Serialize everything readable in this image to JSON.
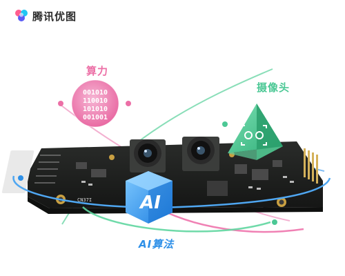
{
  "brand": {
    "name": "腾讯优图"
  },
  "labels": {
    "compute": "算力",
    "camera": "摄像头",
    "ai_algorithm": "AI算法"
  },
  "compute_badge": {
    "lines": [
      "001010",
      "110010",
      "101010",
      "001001"
    ]
  },
  "ai_badge": {
    "glyph": "AI"
  },
  "board": {
    "silk_text": "CN37I"
  },
  "colors": {
    "pink": "#ec6fa6",
    "green": "#4cc895",
    "blue": "#2e90e8",
    "pcb": "#1d1f1d",
    "gold": "#c9a042"
  }
}
